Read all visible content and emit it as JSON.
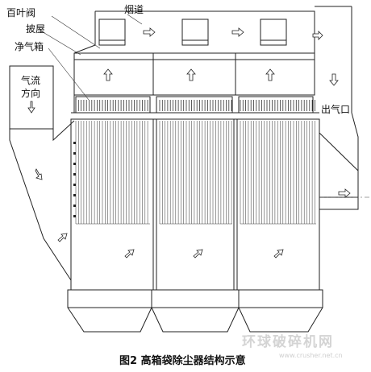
{
  "labels": {
    "louver": "百叶阀",
    "flue": "烟道",
    "roof": "披屋",
    "clean_box": "净气箱",
    "flow_dir_1": "气流",
    "flow_dir_2": "方向",
    "outlet": "出气口"
  },
  "caption": "图2   高箱袋除尘器结构示意",
  "watermark": {
    "text": "环球破碎机网",
    "url": "www.crusher.net.cn"
  }
}
